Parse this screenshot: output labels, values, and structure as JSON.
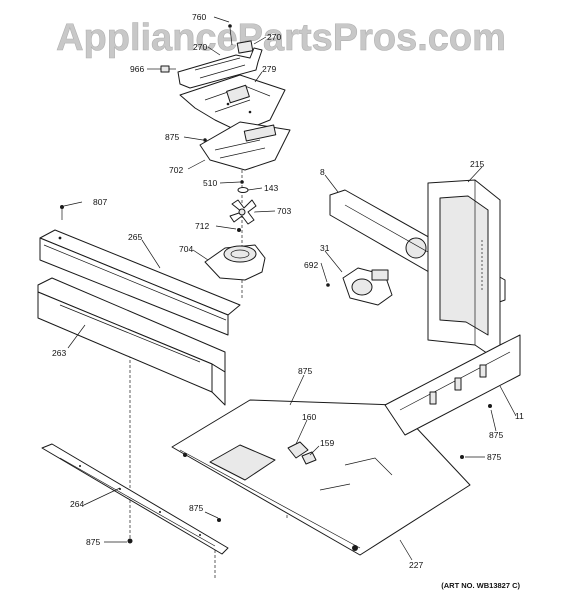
{
  "watermark": "AppliancePartsPros.com",
  "art_number": "(ART NO. WB13827 C)",
  "callouts": {
    "c760": "760",
    "c270a": "270",
    "c270b": "270",
    "c966": "966",
    "c279": "279",
    "c875_top": "875",
    "c702": "702",
    "c510": "510",
    "c143": "143",
    "c807": "807",
    "c712": "712",
    "c703": "703",
    "c704": "704",
    "c265": "265",
    "c263": "263",
    "c8": "8",
    "c215": "215",
    "c31": "31",
    "c692": "692",
    "c875_mid": "875",
    "c160": "160",
    "c159": "159",
    "c11": "11",
    "c875_right1": "875",
    "c875_right2": "875",
    "c264": "264",
    "c875_lowmid": "875",
    "c875_left": "875",
    "c227": "227"
  },
  "colors": {
    "line": "#1a1a1a",
    "watermark": "#c8c8c8",
    "background": "#ffffff"
  }
}
